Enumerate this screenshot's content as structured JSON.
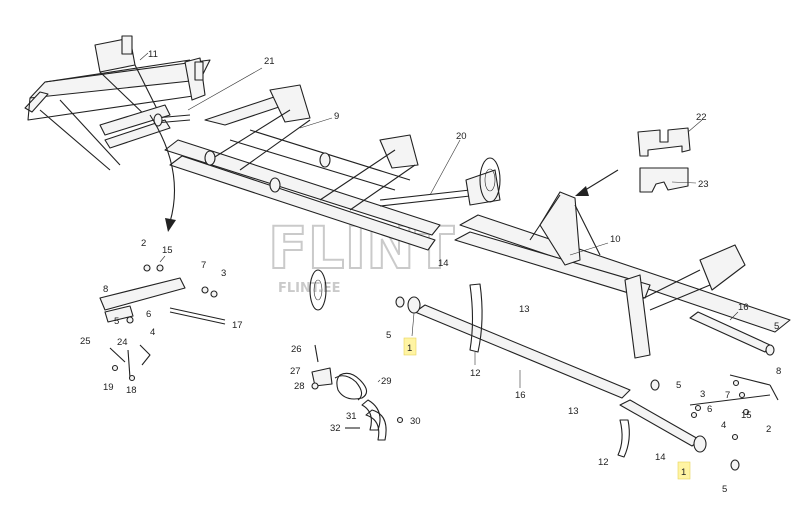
{
  "watermark": {
    "brand": "FLINT",
    "domain": "FLINT.EE"
  },
  "colors": {
    "line": "#222222",
    "watermark": "#9a9a9a",
    "highlight": "#fff4a3"
  },
  "callouts": {
    "c11": "11",
    "c21": "21",
    "c9": "9",
    "c20": "20",
    "c22": "22",
    "c23": "23",
    "c10": "10",
    "c2_left": "2",
    "c15_left": "15",
    "c7_left": "7",
    "c3_left": "3",
    "c8": "8",
    "c6_left": "6",
    "c5_left_small": "5",
    "c17": "17",
    "c4_left": "4",
    "c25": "25",
    "c24": "24",
    "c19": "19",
    "c18": "18",
    "c26": "26",
    "c27": "27",
    "c28": "28",
    "c29": "29",
    "c31": "31",
    "c30": "30",
    "c32": "32",
    "c14_top": "14",
    "c13_top": "13",
    "c5_center": "5",
    "c1_center": "1",
    "c12_top": "12",
    "c16_mid": "16",
    "c5_mid": "5",
    "c16_right": "16",
    "c5_right_top": "5",
    "c8_right": "8",
    "c3_right": "3",
    "c7_right": "7",
    "c6_right": "6",
    "c15_right": "15",
    "c4_right": "4",
    "c2_right": "2",
    "c13_bottom": "13",
    "c12_bottom": "12",
    "c14_bottom": "14",
    "c1_bottom": "1",
    "c5_bottom": "5"
  }
}
